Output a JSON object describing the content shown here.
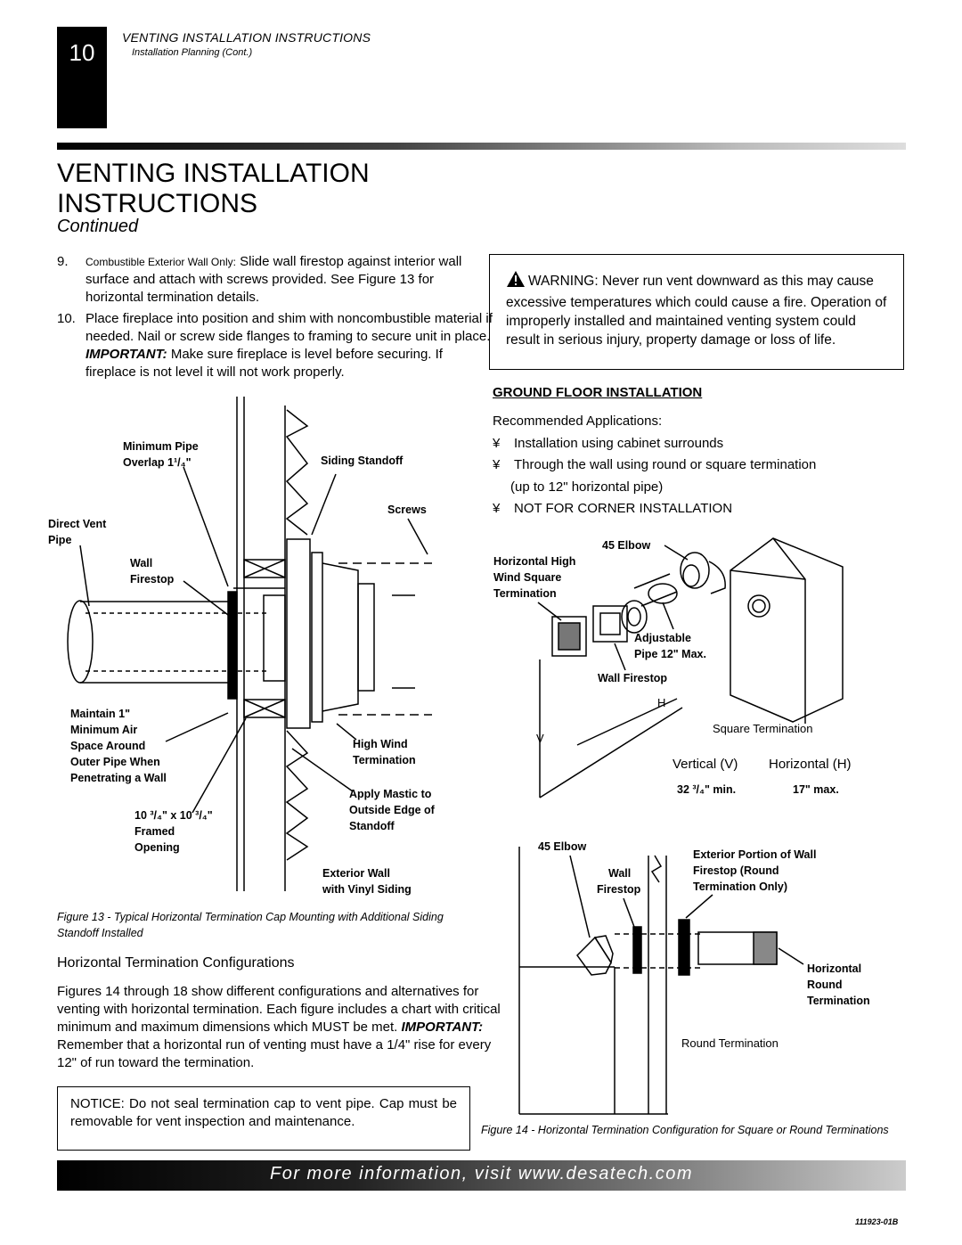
{
  "header": {
    "page_number": "10",
    "section_title": "VENTING INSTALLATION INSTRUCTIONS",
    "subsection": "Installation Planning (Cont.)"
  },
  "main_title": "VENTING INSTALLATION INSTRUCTIONS",
  "continued": "Continued",
  "steps": [
    {
      "number": "9.",
      "lead": "Combustible Exterior Wall Only:",
      "text": " Slide wall firestop against interior wall surface and attach with screws provided. See Figure 13 for horizontal termination details."
    },
    {
      "number": "10.",
      "text_before": "Place fireplace into position and shim with noncombustible material if needed. Nail or screw side flanges to framing to secure unit in place. ",
      "important": "IMPORTANT:",
      "text_after": " Make sure fireplace is level before securing. If fireplace is not level it will not work properly."
    }
  ],
  "warning": {
    "text": "WARNING: Never run vent downward as this may cause excessive temperatures which could cause a fire. Operation of improperly installed and maintained venting system could result in serious injury, property damage or loss of life."
  },
  "figure13": {
    "labels": {
      "min_pipe_overlap_1": "Minimum Pipe",
      "min_pipe_overlap_2": "Overlap 1¹/₄\"",
      "siding_standoff": "Siding Standoff",
      "screws": "Screws",
      "direct_vent_1": "Direct Vent",
      "direct_vent_2": "Pipe",
      "wall_firestop_1": "Wall",
      "wall_firestop_2": "Firestop",
      "maintain": [
        "Maintain 1\"",
        "Minimum Air",
        "Space Around",
        "Outer Pipe When",
        "Penetrating a Wall"
      ],
      "high_wind": [
        "High Wind",
        "Termination"
      ],
      "apply_mastic": [
        "Apply Mastic to",
        "Outside Edge of",
        "Standoff"
      ],
      "framed_opening": [
        "10 ³/₄\" x 10 ³/₄\"",
        "Framed",
        "Opening"
      ],
      "exterior_wall": [
        "Exterior Wall",
        "with Vinyl Siding"
      ]
    },
    "caption": "Figure 13 - Typical Horizontal Termination Cap Mounting with Additional Siding Standoff Installed"
  },
  "ground_floor": {
    "title": "GROUND FLOOR INSTALLATION",
    "intro": "Recommended Applications:",
    "bullet_char": "¥",
    "bullets": [
      "Installation using cabinet surrounds",
      "Through the wall using round or square termination",
      "NOT FOR CORNER INSTALLATION"
    ],
    "bullet2_cont": "(up to 12\" horizontal pipe)"
  },
  "figure14": {
    "labels": {
      "elbow_45": "45 Elbow",
      "hwst": [
        "Horizontal High",
        "Wind Square",
        "Termination"
      ],
      "adjustable": [
        "Adjustable",
        "Pipe 12\" Max."
      ],
      "wall_firestop": "Wall Firestop",
      "H": "H",
      "V": "V",
      "square_termination": "Square Termination",
      "vertical": "Vertical (V)",
      "horizontal": "Horizontal (H)",
      "v_value": "32 ³/₄\" min.",
      "h_value": "17\" max.",
      "elbow_45_b": "45 Elbow",
      "wall_firestop_b": [
        "Wall",
        "Firestop"
      ],
      "exterior_portion": [
        "Exterior Portion of Wall",
        "Firestop (Round",
        "Termination Only)"
      ],
      "horizontal_round": [
        "Horizontal",
        "Round",
        "Termination"
      ],
      "round_termination": "Round Termination"
    },
    "caption": "Figure 14 - Horizontal Termination Configuration for Square or Round Terminations"
  },
  "htc": {
    "title": "Horizontal Termination Configurations",
    "body_before": "Figures 14 through 18 show different configurations and alternatives for venting with horizontal termination. Each figure includes a chart with critical minimum and maximum dimensions which MUST be met. ",
    "important": "IMPORTANT:",
    "body_after": " Remember that a horizontal run of venting must have a 1/4\" rise for every 12\" of run toward the termination."
  },
  "notice": "NOTICE: Do not seal termination cap to vent pipe. Cap must be removable for vent inspection and maintenance.",
  "footer": {
    "text": "For more information, visit www.desatech.com",
    "code": "111923-01B"
  }
}
